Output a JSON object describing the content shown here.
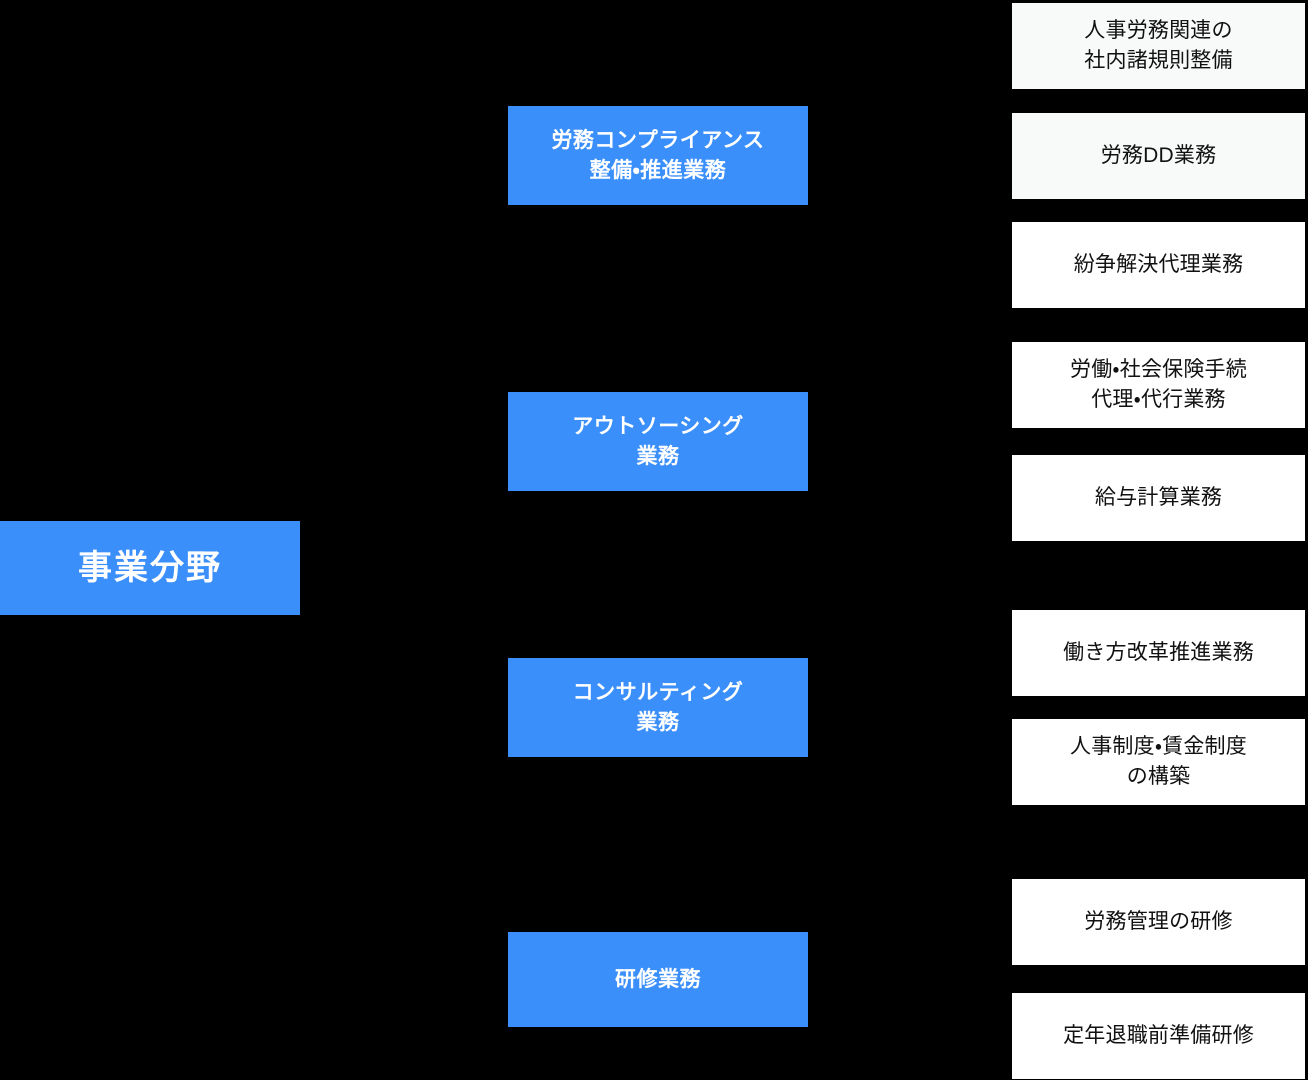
{
  "diagram": {
    "background_color": "#000000",
    "accent_color": "#3b8ffb",
    "leaf_tint_color": "#f8f9f9",
    "leaf_plain_color": "#ffffff",
    "root": {
      "label": "事業分野"
    },
    "branches": [
      {
        "label": "労務コンプライアンス\n整備・推進業務"
      },
      {
        "label": "アウトソーシング\n業務"
      },
      {
        "label": "コンサルティング\n業務"
      },
      {
        "label": "研修業務"
      }
    ],
    "leaves": [
      {
        "label": "人事労務関連の\n社内諸規則整備"
      },
      {
        "label": "労務DD業務"
      },
      {
        "label": "紛争解決代理業務"
      },
      {
        "label": "労働・社会保険手続\n代理・代行業務"
      },
      {
        "label": "給与計算業務"
      },
      {
        "label": "働き方改革推進業務"
      },
      {
        "label": "人事制度・賃金制度\nの構築"
      },
      {
        "label": "労務管理の研修"
      },
      {
        "label": "定年退職前準備研修"
      }
    ]
  }
}
